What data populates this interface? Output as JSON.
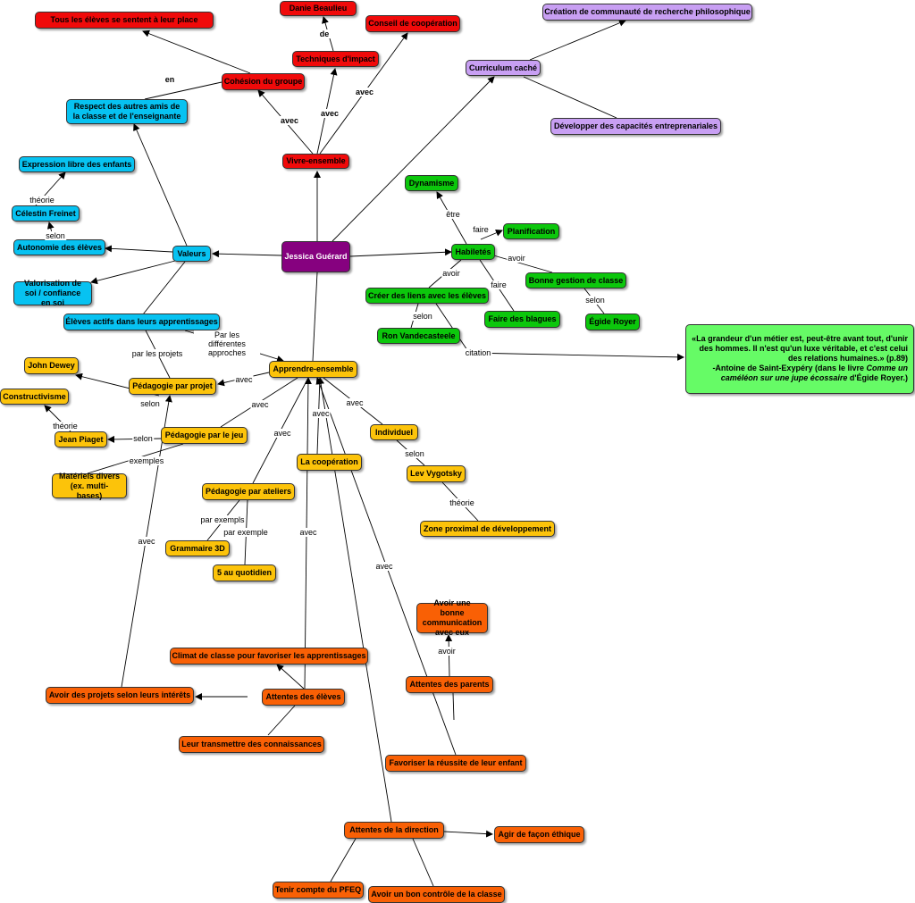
{
  "nodes": {
    "jessica": "Jessica Guérard",
    "vivre": "Vivre-ensemble",
    "cohesion": "Cohésion du groupe",
    "tous": "Tous les élèves se sentent à leur place",
    "respect": "Respect des autres amis de la classe et de l'enseignante",
    "techniques": "Techniques d'impact",
    "danie": "Danie Beaulieu",
    "conseil": "Conseil de coopération",
    "curriculum": "Curriculum caché",
    "creation": "Création de communauté de recherche philosophique",
    "developper": "Développer des capacités entreprenariales",
    "valeurs": "Valeurs",
    "expression": "Expression libre des enfants",
    "celestin": "Célestin Freinet",
    "autonomie": "Autonomie des élèves",
    "valorisation": "Valorisation de soi / confiance en soi",
    "eleves_actifs": "Élèves actifs dans leurs apprentissages",
    "dynamisme": "Dynamisme",
    "habiletes": "Habiletés",
    "planification": "Planification",
    "gestion": "Bonne gestion de classe",
    "egide": "Égide Royer",
    "liens": "Créer des liens avec les élèves",
    "ron": "Ron Vandecasteele",
    "blagues": "Faire des blagues",
    "quote_main": "«La grandeur d'un métier est, peut-être avant tout, d'unir des hommes. Il n'est qu'un luxe véritable, et c'est celui des relations humaines.» (p.89)",
    "quote_src_a": "-Antoine de Saint-Exypéry (dans le livre ",
    "quote_src_book": "Comme un caméléon sur une jupe écossaire",
    "quote_src_b": "  d'Égide Royer.)",
    "apprendre": "Apprendre-ensemble",
    "dewey": "John Dewey",
    "constructivisme": "Constructivisme",
    "piaget": "Jean Piaget",
    "peda_projet": "Pédagogie par projet",
    "peda_jeu": "Pédagogie par le jeu",
    "materiels": "Matériels divers (ex. multi-bases)",
    "peda_ateliers": "Pédagogie par ateliers",
    "grammaire": "Grammaire 3D",
    "cinq": "5 au quotidien",
    "cooperation": "La coopération",
    "individuel": "Individuel",
    "vygotsky": "Lev Vygotsky",
    "zone": "Zone proximal de développement",
    "climat": "Climat de classe pour favoriser les apprentissages",
    "attentes_eleves": "Attentes des élèves",
    "projets_interets": "Avoir des projets selon leurs intérêts",
    "transmettre": "Leur transmettre des connaissances",
    "attentes_parents": "Attentes des parents",
    "communication": "Avoir une bonne communication avec eux",
    "reussite": "Favoriser la réussite de leur enfant",
    "attentes_direction": "Attentes de la direction",
    "ethique": "Agir de façon éthique",
    "pfeq": "Tenir compte du PFEQ",
    "controle": "Avoir un bon contrôle de la classe"
  },
  "link_labels": {
    "en": "en",
    "de": "de",
    "avec_vivre_cohesion": "avec",
    "avec_vivre_techniques": "avec",
    "avec_vivre_conseil": "avec",
    "theorie_freinet": "théorie",
    "selon_freinet": "selon",
    "etre": "être",
    "faire_planif": "faire",
    "avoir_gestion": "avoir",
    "faire_blagues": "faire",
    "avoir_liens": "avoir",
    "selon_egide": "selon",
    "selon_ron": "selon",
    "citation": "citation",
    "par_les_projets": "par les projets",
    "par_les_differentes": "Par les différentes approches",
    "avec_projet": "avec",
    "selon_dewey": "selon",
    "avec_jeu": "avec",
    "theorie_piaget": "théorie",
    "selon_piaget": "selon",
    "exemples": "exemples",
    "avec_ateliers": "avec",
    "avec_coop": "avec",
    "avec_individuel": "avec",
    "selon_vygotsky": "selon",
    "theorie_zone": "théorie",
    "par_exempls": "par exempls",
    "par_exemple": "par exemple",
    "avec_projets_interets": "avec",
    "avec_attentes_eleves": "avec",
    "avec_reussite": "avec",
    "avoir_communication": "avoir"
  },
  "colors": {
    "red": "#f00a0a",
    "purple": "#c89ff3",
    "magenta": "#86017f",
    "blue": "#07c2f1",
    "green": "#0cc70c",
    "light_green": "#66fb66",
    "yellow": "#fcc30a",
    "orange": "#f96005"
  }
}
